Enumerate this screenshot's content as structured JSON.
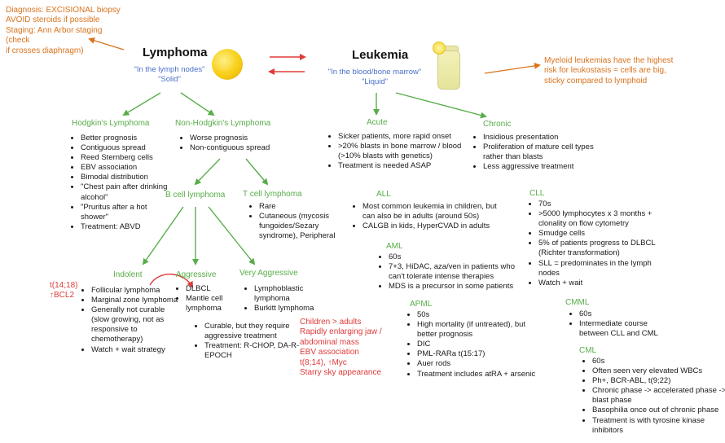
{
  "notes": {
    "diagnosis": [
      "Diagnosis: EXCISIONAL biopsy",
      "AVOID steroids if possible",
      "Staging: Ann Arbor staging (check",
      "if crosses diaphragm)"
    ],
    "myeloid": [
      "Myeloid leukemias have the highest",
      "risk for leukostasis = cells are big,",
      "sticky compared to lymphoid"
    ],
    "bcl2": [
      "t(14;18)",
      "↑BCL2"
    ],
    "burkitt": [
      "Children > adults",
      "Rapidly enlarging jaw /",
      "abdominal mass",
      "EBV association",
      "t(8;14), ↑Myc",
      "Starry sky appearance"
    ]
  },
  "lymphoma": {
    "title": "Lymphoma",
    "sub1": "\"In the lymph nodes\"",
    "sub2": "\"Solid\"",
    "hodgkin": {
      "title": "Hodgkin's Lymphoma",
      "items": [
        "Better prognosis",
        "Contiguous spread",
        "Reed Sternberg cells",
        "EBV association",
        "Bimodal distribution",
        "\"Chest pain after drinking alcohol\"",
        "\"Pruritus after a hot shower\"",
        "Treatment: ABVD"
      ]
    },
    "nonhodgkin": {
      "title": "Non-Hodgkin's Lymphoma",
      "items": [
        "Worse prognosis",
        "Non-contiguous spread"
      ]
    },
    "bcell": {
      "title": "B cell lymphoma"
    },
    "tcell": {
      "title": "T cell lymphoma",
      "items": [
        "Rare",
        "Cutaneous (mycosis fungoides/Sezary syndrome), Peripheral"
      ]
    },
    "indolent": {
      "title": "Indolent",
      "items": [
        "Follicular lymphoma",
        "Marginal zone lymphoma",
        "Generally not curable (slow growing, not as responsive to chemotherapy)",
        "Watch + wait strategy"
      ]
    },
    "aggressive": {
      "title": "Aggressive",
      "items": [
        "DLBCL",
        "Mantle cell lymphoma"
      ],
      "items2": [
        "Curable, but they require aggressive treatment",
        "Treatment: R-CHOP, DA-R-EPOCH"
      ]
    },
    "very": {
      "title": "Very Aggressive",
      "items": [
        "Lymphoblastic lymphoma",
        "Burkitt lymphoma"
      ]
    }
  },
  "leukemia": {
    "title": "Leukemia",
    "sub1": "\"In the blood/bone marrow\"",
    "sub2": "\"Liquid\"",
    "acute": {
      "title": "Acute",
      "items": [
        "Sicker patients, more rapid onset",
        ">20% blasts in bone marrow / blood (>10% blasts with genetics)",
        "Treatment is needed ASAP"
      ]
    },
    "chronic": {
      "title": "Chronic",
      "items": [
        "Insidious presentation",
        "Proliferation of mature cell types rather than blasts",
        "Less aggressive treatment"
      ]
    },
    "all": {
      "title": "ALL",
      "items": [
        "Most common leukemia in children, but can also be in adults (around 50s)",
        "CALGB in kids, HyperCVAD in adults"
      ]
    },
    "aml": {
      "title": "AML",
      "items": [
        "60s",
        "7+3, HiDAC, aza/ven in patients who can't tolerate intense therapies",
        "MDS is a precursor in some patients"
      ]
    },
    "apml": {
      "title": "APML",
      "items": [
        "50s",
        "High mortality (if untreated), but better prognosis",
        "DIC",
        "PML-RARa t(15:17)",
        "Auer rods",
        "Treatment includes atRA + arsenic"
      ]
    },
    "cll": {
      "title": "CLL",
      "items": [
        "70s",
        ">5000 lymphocytes x 3 months + clonality on flow cytometry",
        "Smudge cells",
        "5% of patients progress to DLBCL (Richter transformation)",
        "SLL = predominates in the lymph nodes",
        "Watch + wait"
      ]
    },
    "cmml": {
      "title": "CMML",
      "items": [
        "60s",
        "Intermediate course between CLL and CML"
      ]
    },
    "cml": {
      "title": "CML",
      "items": [
        "60s",
        "Often seen very elevated WBCs",
        "Ph+, BCR-ABL, t(9;22)",
        "Chronic phase -> accelerated phase -> blast phase",
        "Basophilia once out of chronic phase",
        "Treatment is with tyrosine kinase inhibitors"
      ]
    }
  },
  "colors": {
    "green": "#58ad4a",
    "orange": "#d9731e",
    "red": "#e03a3a",
    "blue": "#4a6fc9"
  }
}
